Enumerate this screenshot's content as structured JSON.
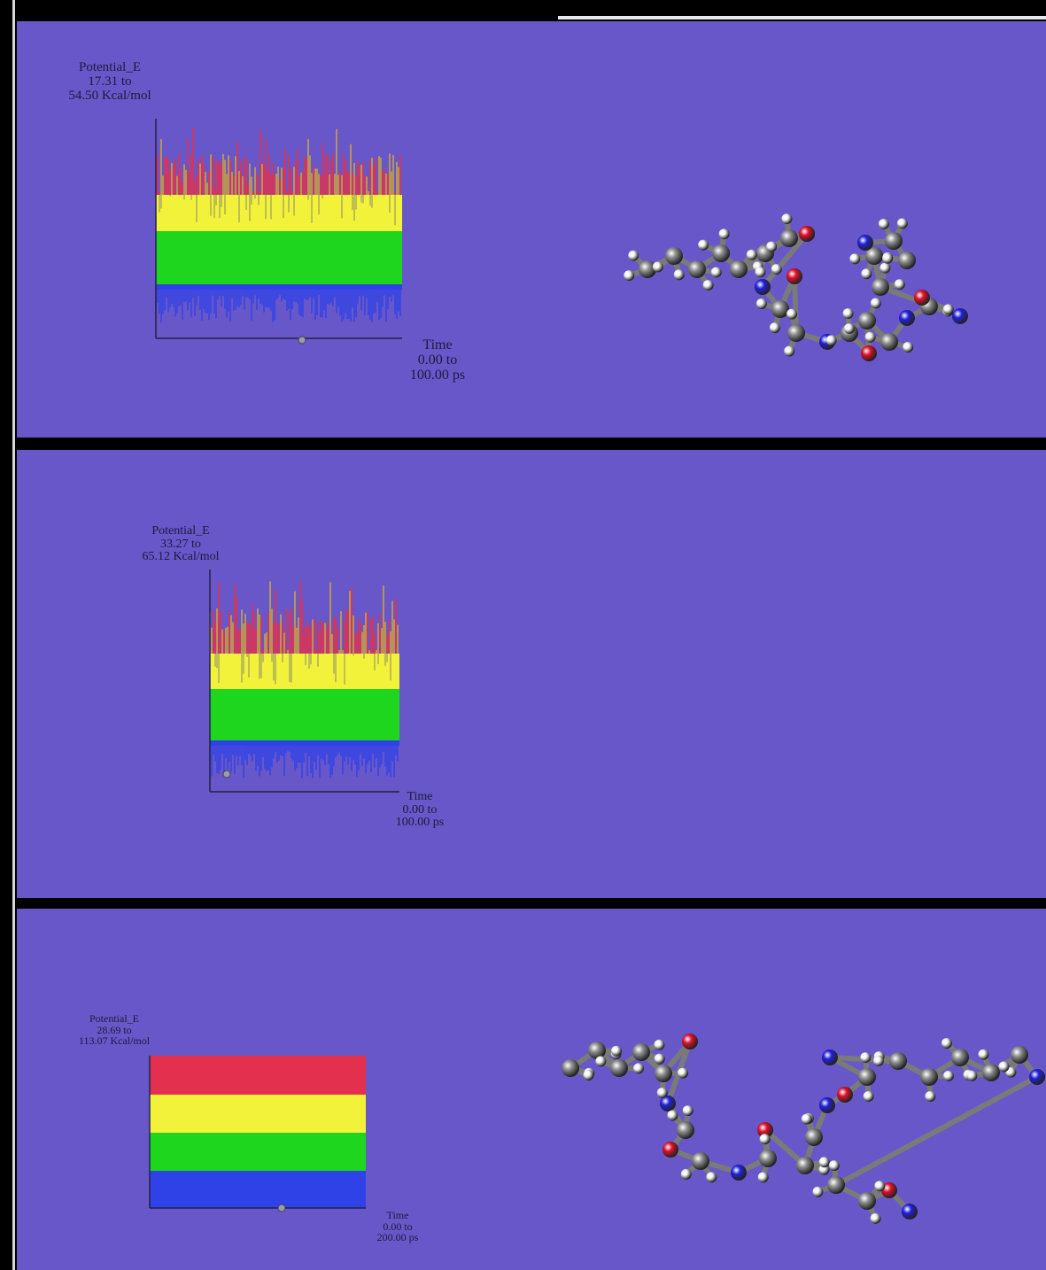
{
  "colors": {
    "background": "#6757c9",
    "high_band": "#e3304f",
    "upper_band": "#f2f23a",
    "mid_band": "#1ed61e",
    "low_band": "#2f42e8",
    "divider": "#000000"
  },
  "panels": [
    {
      "y_label": {
        "name": "Potential_E",
        "range": "17.31  to",
        "max": "54.50  Kcal/mol"
      },
      "x_label": {
        "name": "Time",
        "range": "0.00  to",
        "max": "100.00  ps"
      }
    },
    {
      "y_label": {
        "name": "Potential_E",
        "range": "33.27  to",
        "max": "65.12  Kcal/mol"
      },
      "x_label": {
        "name": "Time",
        "range": "0.00  to",
        "max": "100.00  ps"
      }
    },
    {
      "y_label": {
        "name": "Potential_E",
        "range": "28.69  to",
        "max": "113.07  Kcal/mol"
      },
      "x_label": {
        "name": "Time",
        "range": "0.00  to",
        "max": "200.00  ps"
      }
    }
  ],
  "chart_data": [
    {
      "type": "area",
      "ylabel": "Potential_E",
      "xlabel": "Time",
      "ylim": [
        17.31,
        54.5
      ],
      "xlim": [
        0.0,
        100.0
      ],
      "units": {
        "y": "Kcal/mol",
        "x": "ps"
      }
    },
    {
      "type": "area",
      "ylabel": "Potential_E",
      "xlabel": "Time",
      "ylim": [
        33.27,
        65.12
      ],
      "xlim": [
        0.0,
        100.0
      ],
      "units": {
        "y": "Kcal/mol",
        "x": "ps"
      }
    },
    {
      "type": "area",
      "ylabel": "Potential_E",
      "xlabel": "Time",
      "ylim": [
        28.69,
        113.07
      ],
      "xlim": [
        0.0,
        200.0
      ],
      "units": {
        "y": "Kcal/mol",
        "x": "ps"
      }
    }
  ]
}
